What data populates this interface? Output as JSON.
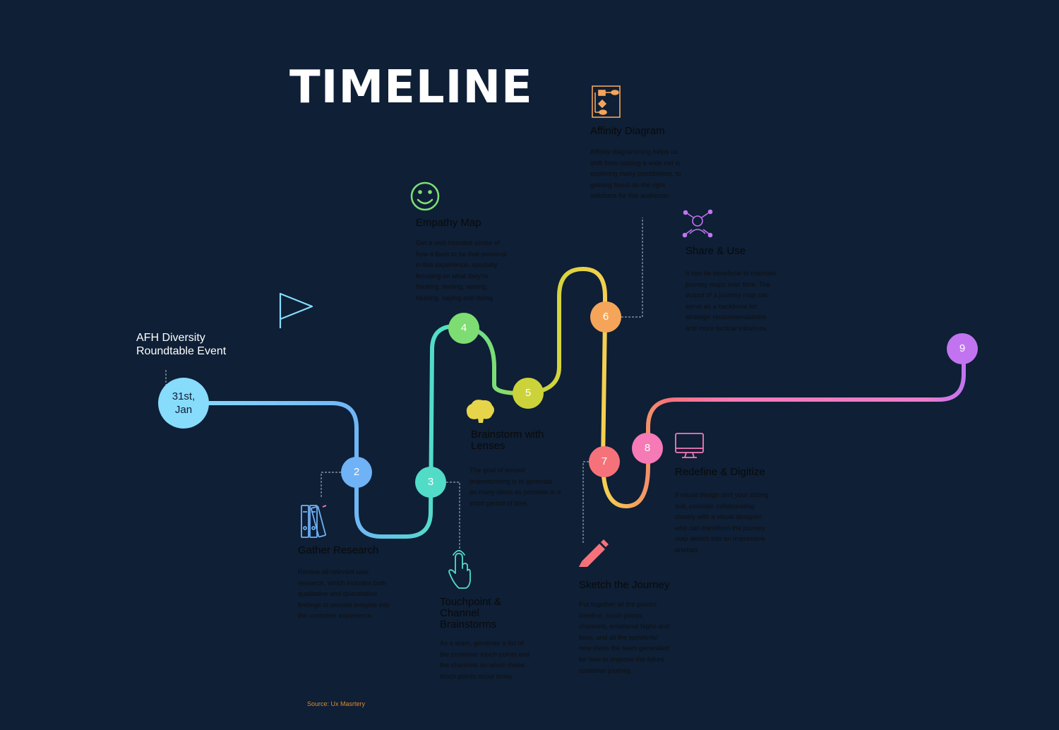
{
  "title": "TIMELINE",
  "event": {
    "name": "AFH Diversity Roundtable Event",
    "date": "31st, Jan"
  },
  "steps": [
    {
      "number": "2",
      "title": "Gather Research",
      "icon": "binders-icon",
      "color": "#6fb2f5",
      "description": "Review all relevant user\nresearch, which includes both\nqualitative and quantitative\nfindings to provide insights into\nthe customer experience."
    },
    {
      "number": "3",
      "title": "Touchpoint & Channel Brainstorms",
      "icon": "pointing-hand-icon",
      "color": "#52dcc8",
      "description": "As a team, generate a list of\nthe customer touch points and\nthe channels on which those\ntouch points occur today"
    },
    {
      "number": "4",
      "title": "Empathy Map",
      "icon": "smiley-icon",
      "color": "#7ddd72",
      "description": "Get a well-rounded sense of\nhow it feels to be that personal\nin this experience,  specially\nfocusing on what they're\nthinking, feeling, seeing,\nhearing, saying and doing"
    },
    {
      "number": "5",
      "title": "Brainstorm with Lenses",
      "icon": "brain-icon",
      "color": "#ccd33a",
      "description": "The goal of lensed\nbrainstorming is  to generate\nas many ideas as possible in a\nshort period of time."
    },
    {
      "number": "6",
      "title": "Affinity Diagram",
      "icon": "flowchart-icon",
      "color": "#f5a55a",
      "description": "Affinity diagramming helps us\nshift from casting a wide net in\nexploring many possibilities, to\ngaining focus on the right\nsolutions for this audience."
    },
    {
      "number": "7",
      "title": "Sketch the Journey",
      "icon": "pencil-icon",
      "color": "#f6727a",
      "description": "Put together all the pieces\ntimeline, touch points,\nchannels, emotional highs and\nlows, and all the wonderful\nnew ideas the team generated\nfor how to improve the future\ncustomer journey."
    },
    {
      "number": "8",
      "title": "Redefine & Digitize",
      "icon": "monitor-icon",
      "color": "#f57ab6",
      "description": "If visual design isn't your strong\nsuit, consider collaborating\nclosely with a visual designer\nwho can transform the journey\nmap sketch into an impressive\nartefact."
    },
    {
      "number": "9",
      "title": "Share & Use",
      "icon": "network-person-icon",
      "color": "#c274f0",
      "description": "It can be beneficial to maintain\njourney maps over time. The\noutput of a journey map can\nserve as a backbone for\nstrategic recommendations\nand more tactical initiatives."
    }
  ],
  "source": "Source: Ux Masrtery",
  "colors": {
    "background": "#0e1f36",
    "start": "#87dbfb",
    "flag": "#87dbfb",
    "connector": "#8fa6b8"
  }
}
